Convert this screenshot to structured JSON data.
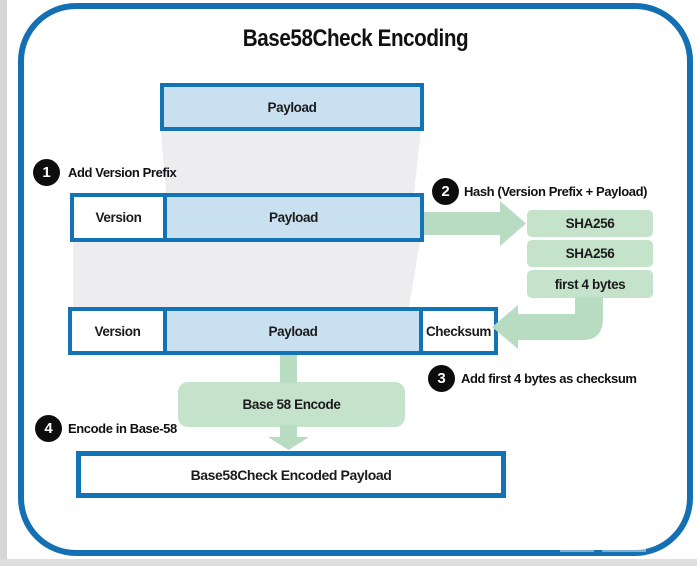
{
  "title": "Base58Check Encoding",
  "diagram": {
    "payload_box": {
      "label": "Payload"
    },
    "row2": {
      "version": "Version",
      "payload": "Payload"
    },
    "row3": {
      "version": "Version",
      "payload": "Payload",
      "checksum": "Checksum"
    },
    "hash_stack": {
      "sha256_1": "SHA256",
      "sha256_2": "SHA256",
      "first_4_bytes": "first 4 bytes"
    },
    "base58_encode_box": {
      "label": "Base 58 Encode"
    },
    "result_box": {
      "label": "Base58Check Encoded Payload"
    }
  },
  "steps": [
    {
      "num": "1",
      "label": "Add Version Prefix"
    },
    {
      "num": "2",
      "label": "Hash (Version Prefix + Payload)"
    },
    {
      "num": "3",
      "label": "Add first 4 bytes as checksum"
    },
    {
      "num": "4",
      "label": "Encode in Base-58"
    }
  ],
  "colors": {
    "frame_blue": "#1470b2",
    "box_border_blue": "#1374b5",
    "payload_fill_blue": "#c9e0f1",
    "green_fill": "#c5e2ca",
    "arrow_green": "#b7dcc1",
    "funnel_gray": "#ededef",
    "step_badge_black": "#0d0d0d"
  }
}
